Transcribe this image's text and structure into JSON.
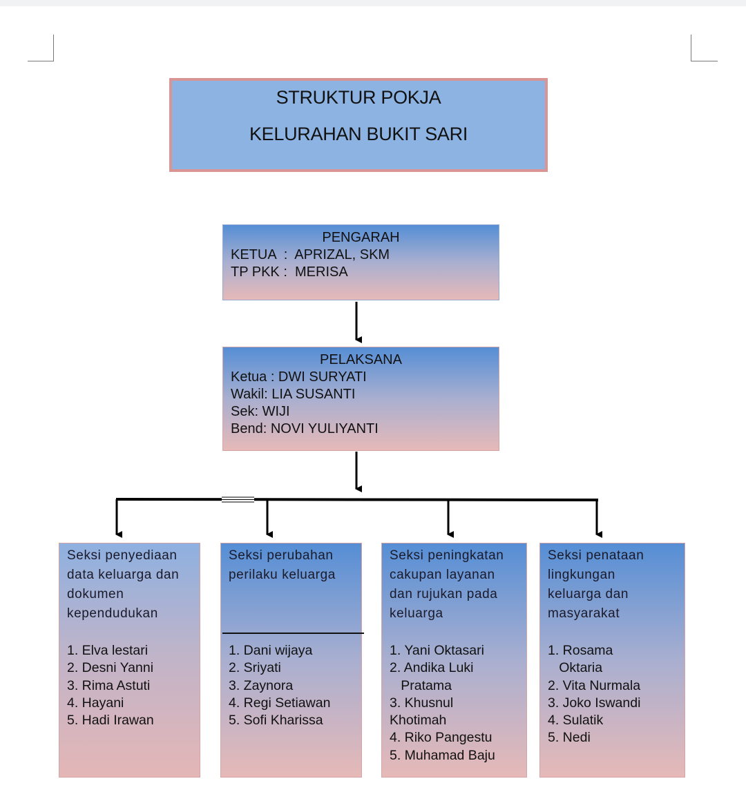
{
  "title": {
    "line1": "STRUKTUR POKJA",
    "line2": "KELURAHAN BUKIT SARI"
  },
  "pengarah": {
    "heading": "PENGARAH",
    "lines": [
      "KETUA  :  APRIZAL, SKM",
      "TP PKK :  MERISA"
    ]
  },
  "pelaksana": {
    "heading": "PELAKSANA",
    "lines": [
      "Ketua : DWI SURYATI",
      "Wakil: LIA SUSANTI",
      "Sek: WIJI",
      "Bend: NOVI YULIYANTI"
    ]
  },
  "sections": [
    {
      "title": [
        "Seksi penyediaan",
        "data keluarga dan",
        "dokumen",
        "kependudukan"
      ],
      "members": [
        "1. Elva lestari",
        "2. Desni Yanni",
        "3. Rima Astuti",
        "4. Hayani",
        "5. Hadi Irawan"
      ]
    },
    {
      "title": [
        "Seksi perubahan",
        "perilaku keluarga"
      ],
      "members": [
        "1. Dani wijaya",
        "2. Sriyati",
        "3. Zaynora",
        "4. Regi Setiawan",
        "5. Sofi Kharissa"
      ]
    },
    {
      "title": [
        "Seksi peningkatan",
        "cakupan layanan",
        "dan rujukan pada",
        "keluarga"
      ],
      "members": [
        "1. Yani Oktasari",
        "2. Andika Luki",
        "   Pratama",
        "3. Khusnul",
        "Khotimah",
        "4. Riko Pangestu",
        "5. Muhamad Baju"
      ]
    },
    {
      "title": [
        "Seksi penataan",
        "lingkungan",
        "keluarga dan",
        "masyarakat"
      ],
      "members": [
        "1. Rosama",
        "   Oktaria",
        "2. Vita Nurmala",
        "3. Joko Iswandi",
        "4. Sulatik",
        "5. Nedi"
      ]
    }
  ],
  "colors": {
    "title_fill": "#8db3e2",
    "title_border": "#d99594",
    "gradient_top": "#558ed5",
    "gradient_bottom": "#e6b9b8",
    "connector": "#000000"
  }
}
